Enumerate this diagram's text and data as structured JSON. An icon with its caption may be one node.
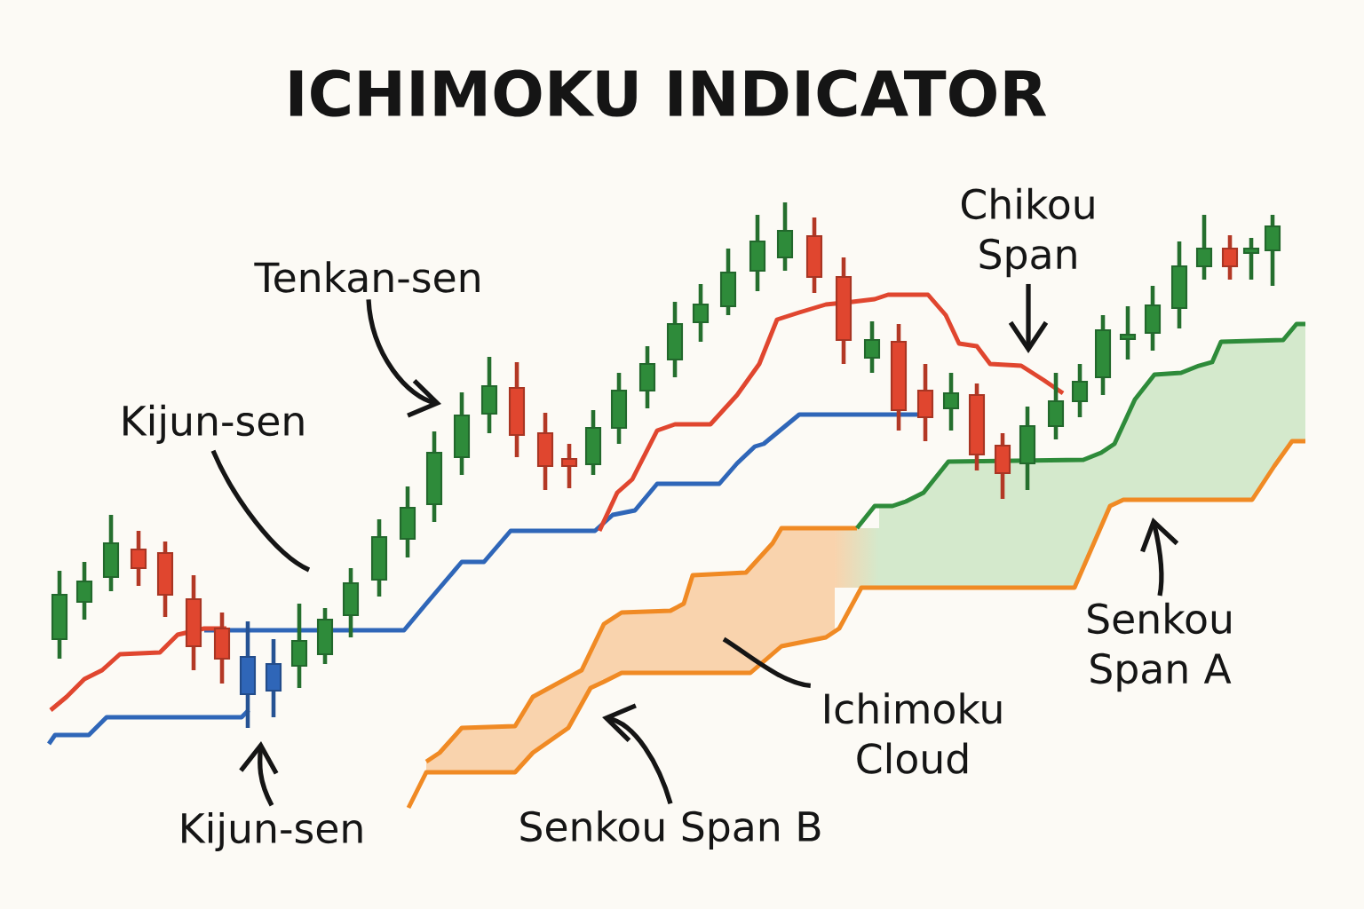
{
  "diagram": {
    "title": "ICHIMOKU INDICATOR",
    "nodes": [
      {
        "text": [
          "Tenkan-sen"
        ]
      },
      {
        "text": [
          "Kijun-sen"
        ]
      },
      {
        "text": [
          "Chikou Span"
        ]
      },
      {
        "text": [
          "Kijun-sen"
        ]
      },
      {
        "text": [
          "Senkou Span B"
        ]
      },
      {
        "text": [
          "Ichimoku Cloud"
        ]
      },
      {
        "text": [
          "Senkou Span A"
        ]
      }
    ],
    "edges": [
      {
        "from": 0,
        "to": null,
        "arrow": "to"
      },
      {
        "from": 1,
        "to": null,
        "arrow": "none"
      },
      {
        "from": 2,
        "to": null,
        "arrow": "to"
      },
      {
        "from": 3,
        "to": null,
        "arrow": "to"
      },
      {
        "from": 4,
        "to": null,
        "arrow": "to"
      },
      {
        "from": 5,
        "to": null,
        "arrow": "none"
      },
      {
        "from": 6,
        "to": null,
        "arrow": "to"
      }
    ]
  }
}
